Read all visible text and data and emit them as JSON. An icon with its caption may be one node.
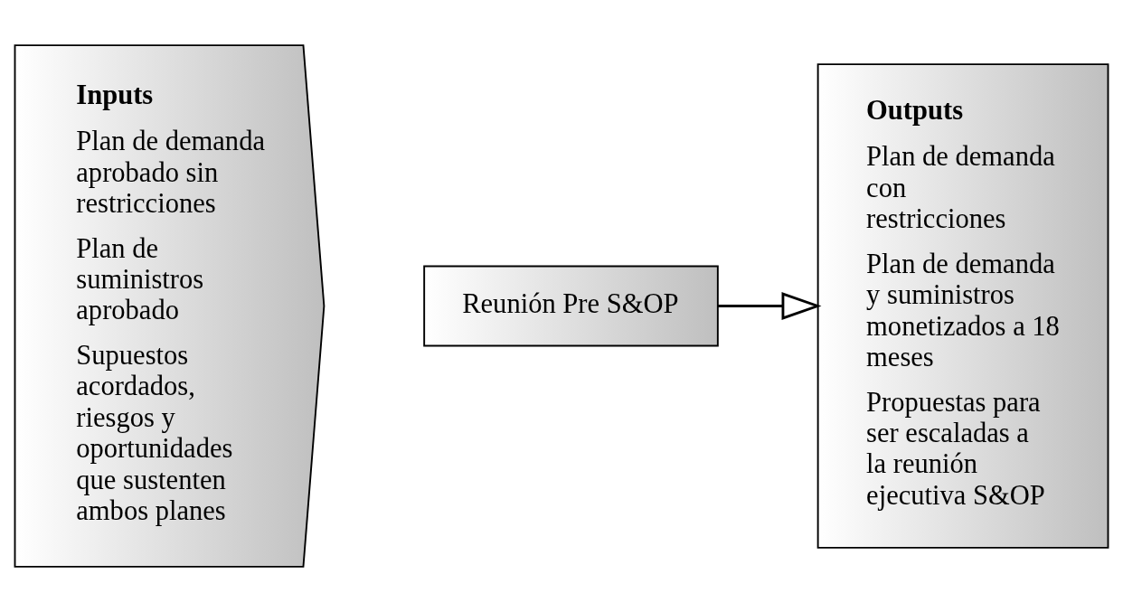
{
  "diagram": {
    "nodes": [
      {
        "text": [
          "Inputs",
          "Plan de demanda aprobado sin restricciones",
          "Plan de suministros aprobado",
          "Supuestos acordados, riesgos y oportunidades que sustenten ambos planes"
        ]
      },
      {
        "text": [
          "Reunión Pre S&OP"
        ]
      },
      {
        "text": [
          "Outputs",
          "Plan de demanda con restricciones",
          "Plan de demanda y suministros monetizados a 18 meses",
          "Propuestas para ser escaladas a la reunión ejecutiva S&OP"
        ]
      }
    ],
    "edges": [
      {
        "from": 1,
        "to": 2,
        "arrow": "to"
      }
    ]
  }
}
